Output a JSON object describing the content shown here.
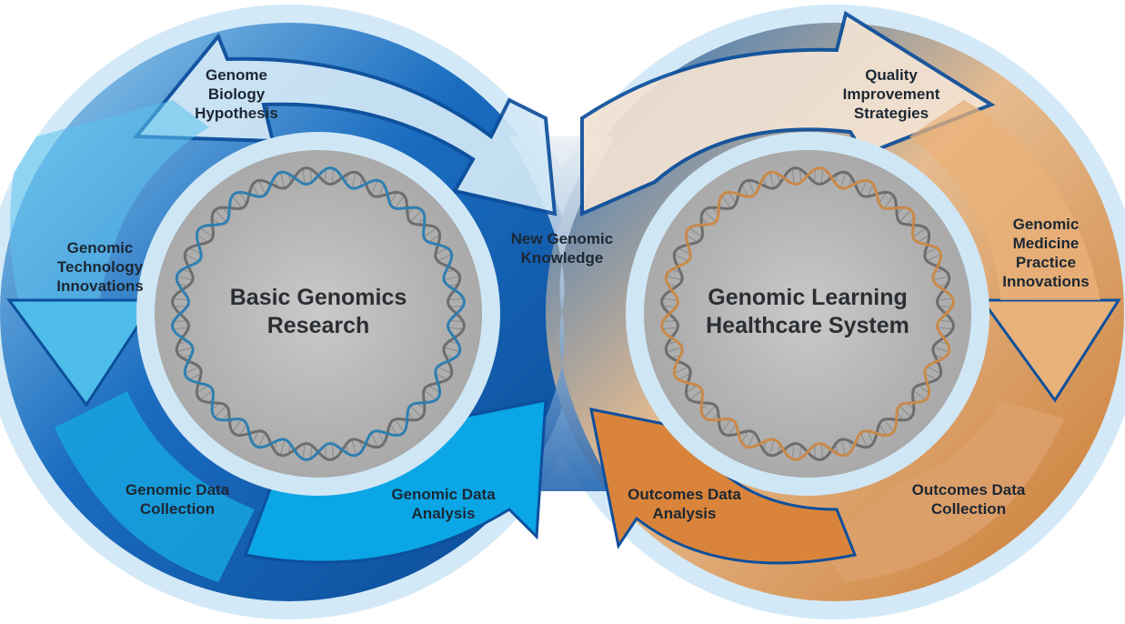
{
  "left_cycle": {
    "title": "Basic Genomics\nResearch",
    "steps": [
      "Genome\nBiology\nHypothesis",
      "Genomic\nTechnology\nInnovations",
      "Genomic Data\nCollection",
      "Genomic Data\nAnalysis"
    ],
    "colors": {
      "dark": "#0d4f9c",
      "mid": "#1f72c4",
      "light": "#5bc3ee",
      "pale": "#cde6f5"
    }
  },
  "right_cycle": {
    "title": "Genomic Learning\nHealthcare System",
    "steps": [
      "Quality\nImprovement\nStrategies",
      "Genomic\nMedicine\nPractice\nInnovations",
      "Outcomes Data\nCollection",
      "Outcomes Data\nAnalysis"
    ],
    "colors": {
      "dark": "#0d4f9c",
      "orange": "#d9843a",
      "tan": "#e9b27a",
      "pale": "#f3e3d3"
    }
  },
  "bridge_label": "New Genomic\nKnowledge",
  "dna": {
    "left_strand_color": "#2f7fb0",
    "right_strand_color": "#c8894a",
    "backbone_color": "#6d6d6d"
  }
}
